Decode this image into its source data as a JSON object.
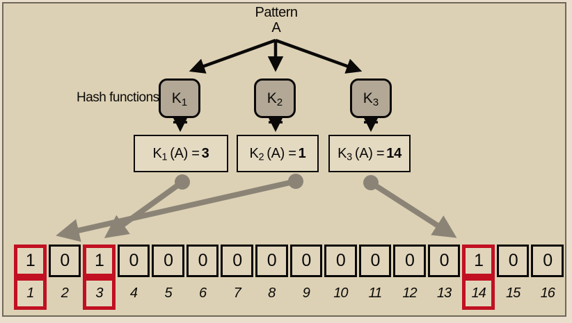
{
  "pattern": {
    "label": "Pattern",
    "value": "A"
  },
  "hash_functions_label": "Hash functions",
  "hash_boxes": [
    {
      "base": "K",
      "sub": "1"
    },
    {
      "base": "K",
      "sub": "2"
    },
    {
      "base": "K",
      "sub": "3"
    }
  ],
  "hash_results": [
    {
      "base": "K",
      "sub": "1",
      "arg": "(A) =",
      "value": "3"
    },
    {
      "base": "K",
      "sub": "2",
      "arg": "(A) =",
      "value": "1"
    },
    {
      "base": "K",
      "sub": "3",
      "arg": "(A) =",
      "value": "14"
    }
  ],
  "bit_array": {
    "cells": [
      {
        "index": "1",
        "bit": "1",
        "highlighted": true
      },
      {
        "index": "2",
        "bit": "0",
        "highlighted": false
      },
      {
        "index": "3",
        "bit": "1",
        "highlighted": true
      },
      {
        "index": "4",
        "bit": "0",
        "highlighted": false
      },
      {
        "index": "5",
        "bit": "0",
        "highlighted": false
      },
      {
        "index": "6",
        "bit": "0",
        "highlighted": false
      },
      {
        "index": "7",
        "bit": "0",
        "highlighted": false
      },
      {
        "index": "8",
        "bit": "0",
        "highlighted": false
      },
      {
        "index": "9",
        "bit": "0",
        "highlighted": false
      },
      {
        "index": "10",
        "bit": "0",
        "highlighted": false
      },
      {
        "index": "11",
        "bit": "0",
        "highlighted": false
      },
      {
        "index": "12",
        "bit": "0",
        "highlighted": false
      },
      {
        "index": "13",
        "bit": "0",
        "highlighted": false
      },
      {
        "index": "14",
        "bit": "1",
        "highlighted": true
      },
      {
        "index": "15",
        "bit": "0",
        "highlighted": false
      },
      {
        "index": "16",
        "bit": "0",
        "highlighted": false
      }
    ]
  },
  "colors": {
    "background": "#ddd1b5",
    "outer_background": "#e9dfcc",
    "frame_border": "#6f675a",
    "hash_box_fill": "#b3a896",
    "result_box_fill": "#e4dac2",
    "cell_fill": "#e0d5bb",
    "highlight_red": "#c11022",
    "connector_gray": "#8b8476",
    "ink_black": "#0a0908"
  }
}
